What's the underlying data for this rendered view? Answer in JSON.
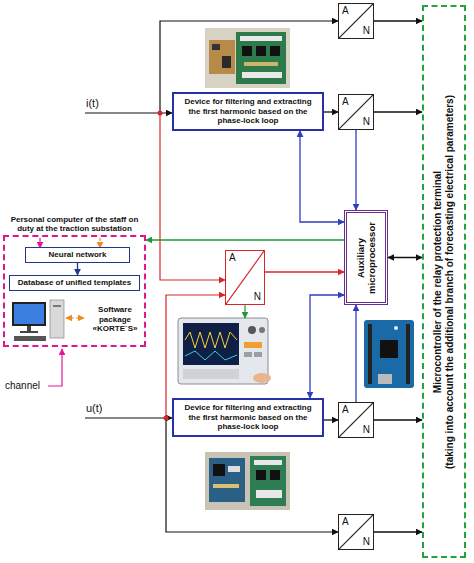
{
  "diagram": {
    "nodes": [
      {
        "text": [
          "A",
          "N"
        ]
      },
      {
        "text": [
          "Device for filtering and extracting the first harmonic based on the phase-lock loop"
        ]
      },
      {
        "text": [
          "A",
          "N"
        ]
      },
      {
        "text": [
          "Microcontroller of the relay protection terminal",
          "(taking into account the additional branch of forecasting electrical parameters)"
        ]
      },
      {
        "text": [
          "Personal computer of the staff on duty at the traction substation"
        ]
      },
      {
        "text": [
          "Neural network"
        ],
        "in": 4
      },
      {
        "text": [
          "Database of unified templates"
        ],
        "in": 4
      },
      {
        "text": [
          "A",
          "N"
        ]
      },
      {
        "text": [
          "Auxiliary microprocessor"
        ]
      },
      {
        "text": [
          "Device for filtering and extracting the first harmonic based on the phase-lock loop"
        ]
      },
      {
        "text": [
          "A",
          "N"
        ]
      },
      {
        "text": [
          "A",
          "N"
        ]
      }
    ],
    "edges": [
      {
        "from": 0,
        "to": 3,
        "arrow": "to"
      },
      {
        "from": 1,
        "to": 2,
        "arrow": "to"
      },
      {
        "from": 2,
        "to": 3,
        "arrow": "to"
      },
      {
        "from": 1,
        "to": 8,
        "arrow": "both"
      },
      {
        "from": 2,
        "to": 8,
        "arrow": "to"
      },
      {
        "from": 5,
        "to": 6,
        "arrow": "to"
      },
      {
        "from": 7,
        "to": 8,
        "arrow": "to"
      },
      {
        "from": 8,
        "to": 4,
        "arrow": "to"
      },
      {
        "from": 8,
        "to": 3,
        "arrow": "both"
      },
      {
        "from": 9,
        "to": 10,
        "arrow": "to"
      },
      {
        "from": 9,
        "to": 8,
        "arrow": "both"
      },
      {
        "from": 10,
        "to": 8,
        "arrow": "to"
      },
      {
        "from": 10,
        "to": 3,
        "arrow": "to"
      },
      {
        "from": 11,
        "to": 3,
        "arrow": "to"
      }
    ],
    "labels": [
      "i(t)",
      "u(t)",
      "channel",
      "Software package «KORTE`S»"
    ]
  }
}
